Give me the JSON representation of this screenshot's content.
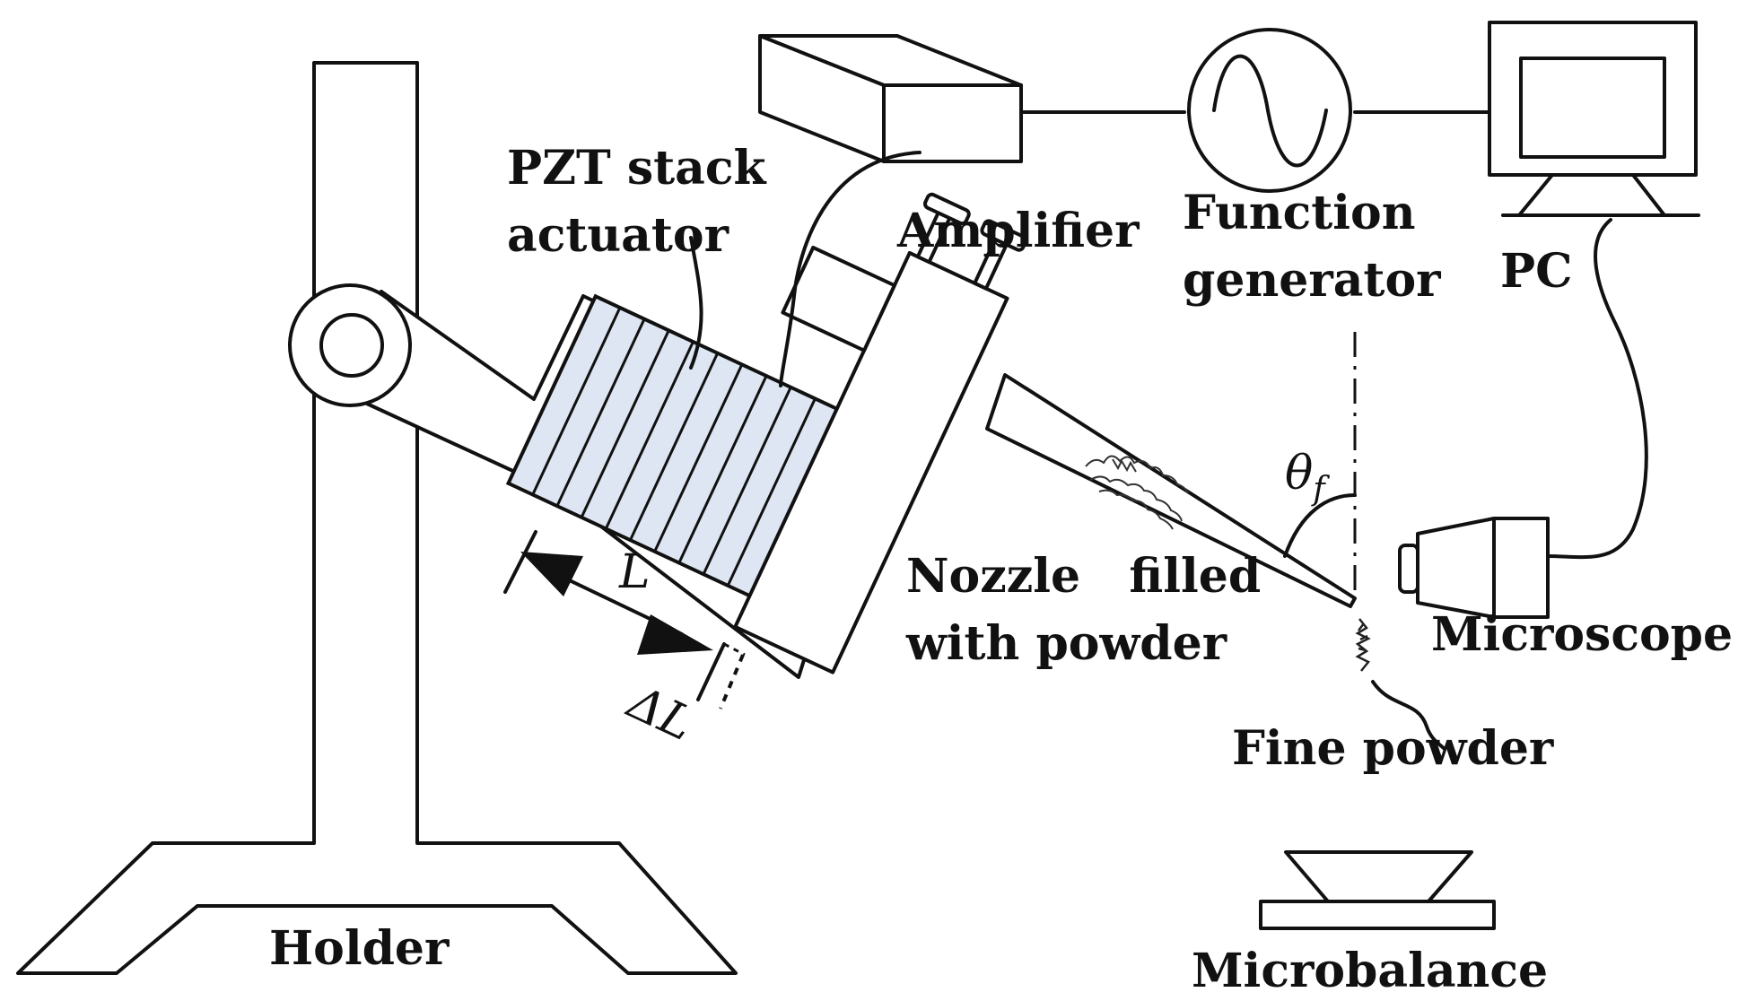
{
  "labels": {
    "pzt_line1": "PZT stack",
    "pzt_line2": "actuator",
    "amplifier": "Amplifier",
    "function_line1": "Function",
    "function_line2": "generator",
    "pc": "PC",
    "theta_main": "θ",
    "theta_sub": "f",
    "nozzle_line1": "Nozzle   filled",
    "nozzle_line2": "with powder",
    "microscope": "Microscope",
    "L": "L",
    "delta_L": "ΔL",
    "fine_powder": "Fine powder",
    "holder": "Holder",
    "microbalance": "Microbalance"
  },
  "colors": {
    "line": "#111111",
    "pzt_fill": "#dde6f2",
    "background": "#ffffff"
  }
}
